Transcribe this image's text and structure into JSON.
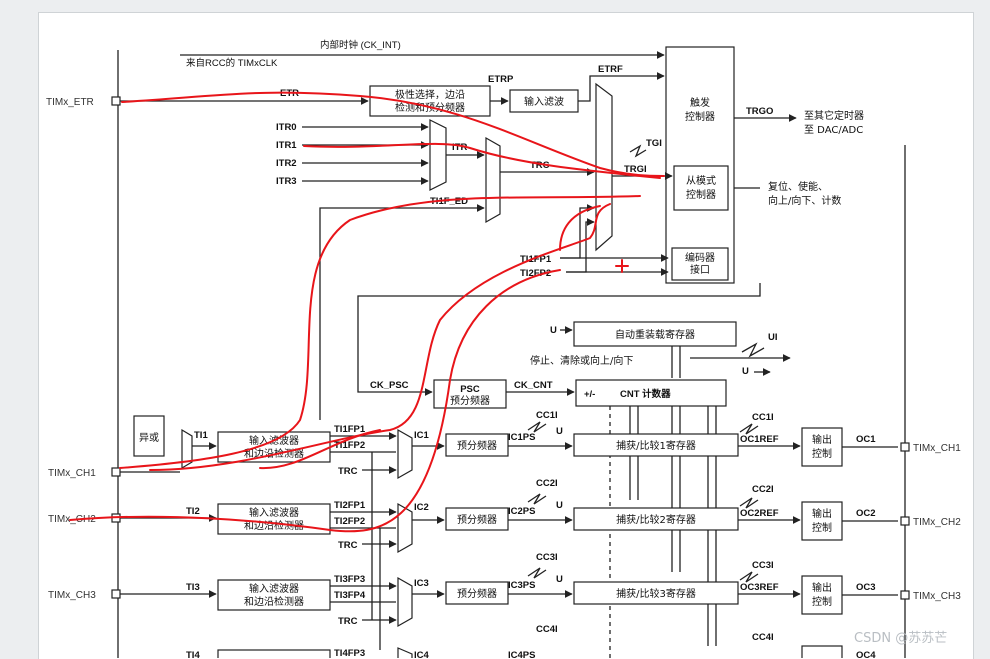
{
  "blocks": {
    "trigger_controller": "触发\n控制器",
    "slave_mode": "从模式\n控制器",
    "encoder_interface": "编码器\n接口",
    "polarity_select": "极性选择，边沿\n检测和预分频器",
    "input_filter": "输入滤波",
    "auto_reload": "自动重装载寄存器",
    "psc": "PSC",
    "prescaler_sub": "预分频器",
    "cnt_prefix": "+/-",
    "cnt_label": "CNT 计数器",
    "xor": "异或",
    "input_filter_edge": "输入滤波器\n和边沿检测器",
    "prescaler": "预分频器",
    "capture_compare": [
      "捕获/比较1寄存器",
      "捕获/比较2寄存器",
      "捕获/比较3寄存器"
    ],
    "output_control": "输出\n控制"
  },
  "labels": {
    "internal_clock": "内部时钟 (CK_INT)",
    "from_rcc": "来自RCC的 TIMxCLK",
    "etr": "ETR",
    "etrp": "ETRP",
    "etrf": "ETRF",
    "itr": [
      "ITR0",
      "ITR1",
      "ITR2",
      "ITR3"
    ],
    "itr_mux": "ITR",
    "trc_mid": "TRC",
    "tgi": "TGI",
    "trgi": "TRGI",
    "ti1f_ed": "TI1F_ED",
    "ti1fp1": "TI1FP1",
    "ti2fp2": "TI2FP2",
    "trgo": "TRGO",
    "to_other_timers": "至其它定时器\n至 DAC/ADC",
    "reset_enable": "复位、使能、\n向上/向下、计数",
    "u": "U",
    "ui": "UI",
    "stop_clear": "停止、清除或向上/向下",
    "ck_psc": "CK_PSC",
    "ck_cnt": "CK_CNT",
    "ti": [
      "TI1",
      "TI2",
      "TI3",
      "TI4"
    ],
    "tifp": [
      [
        "TI1FP1",
        "TI1FP2"
      ],
      [
        "TI2FP1",
        "TI2FP2"
      ],
      [
        "TI3FP3",
        "TI3FP4"
      ],
      [
        "TI4FP3"
      ]
    ],
    "trc": "TRC",
    "ic": [
      "IC1",
      "IC2",
      "IC3",
      "IC4"
    ],
    "icps": [
      "IC1PS",
      "IC2PS",
      "IC3PS",
      "IC4PS"
    ],
    "cci": [
      "CC1I",
      "CC2I",
      "CC3I",
      "CC4I"
    ],
    "ocref": [
      "OC1REF",
      "OC2REF",
      "OC3REF"
    ],
    "oc": [
      "OC1",
      "OC2",
      "OC3",
      "OC4"
    ]
  },
  "pins": {
    "left": [
      "TIMx_ETR",
      "TIMx_CH1",
      "TIMx_CH2",
      "TIMx_CH3"
    ],
    "right": [
      "TIMx_CH1",
      "TIMx_CH2",
      "TIMx_CH3"
    ]
  },
  "watermark": "CSDN @苏苏芒"
}
